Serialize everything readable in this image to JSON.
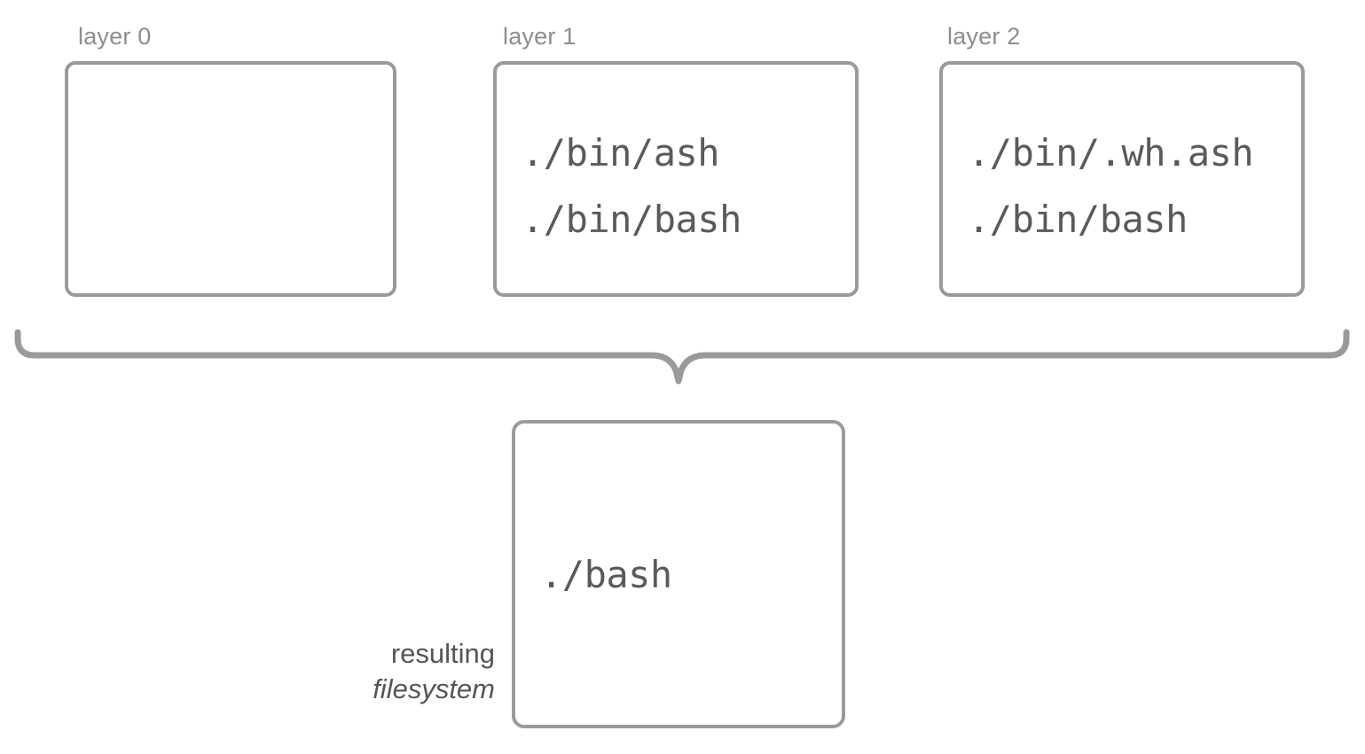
{
  "diagram": {
    "title_present": false,
    "colors": {
      "box_border": "#9a9a9a",
      "brace": "#9a9a9a",
      "label_text": "#8d8d8d",
      "file_text": "#5a5a5a",
      "caption_text": "#555555",
      "background": "#ffffff"
    },
    "layers": [
      {
        "label": "layer 0",
        "files": []
      },
      {
        "label": "layer 1",
        "files": [
          "./bin/ash",
          "./bin/bash"
        ]
      },
      {
        "label": "layer 2",
        "files": [
          "./bin/.wh.ash",
          "./bin/bash"
        ]
      }
    ],
    "brace": {
      "name": "merge-brace",
      "direction": "down"
    },
    "result": {
      "caption_line_1": "resulting",
      "caption_line_2": "filesystem",
      "files": [
        "./bash"
      ]
    }
  }
}
